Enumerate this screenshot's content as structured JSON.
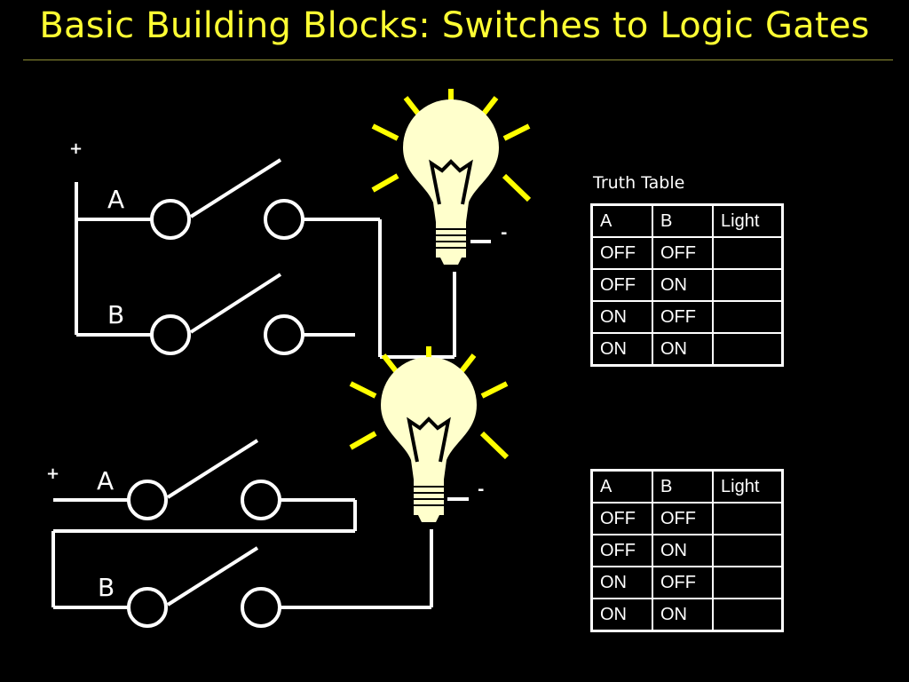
{
  "title": "Basic Building Blocks: Switches to Logic Gates",
  "circuits": [
    {
      "plus": "+",
      "minus": "-",
      "switch_a": "A",
      "switch_b": "B"
    },
    {
      "plus": "+",
      "minus": "-",
      "switch_a": "A",
      "switch_b": "B"
    }
  ],
  "truth_table_caption": "Truth Table",
  "tables": [
    {
      "header": [
        "A",
        "B",
        "Light"
      ],
      "rows": [
        [
          "OFF",
          "OFF",
          ""
        ],
        [
          "OFF",
          "ON",
          ""
        ],
        [
          "ON",
          "OFF",
          ""
        ],
        [
          "ON",
          "ON",
          ""
        ]
      ]
    },
    {
      "header": [
        "A",
        "B",
        "Light"
      ],
      "rows": [
        [
          "OFF",
          "OFF",
          ""
        ],
        [
          "OFF",
          "ON",
          ""
        ],
        [
          "ON",
          "OFF",
          ""
        ],
        [
          "ON",
          "ON",
          ""
        ]
      ]
    }
  ],
  "colors": {
    "title": "#ffff33",
    "wire": "#ffffff",
    "bulb": "#ffffcc",
    "rays": "#ffff00",
    "background": "#000000"
  }
}
